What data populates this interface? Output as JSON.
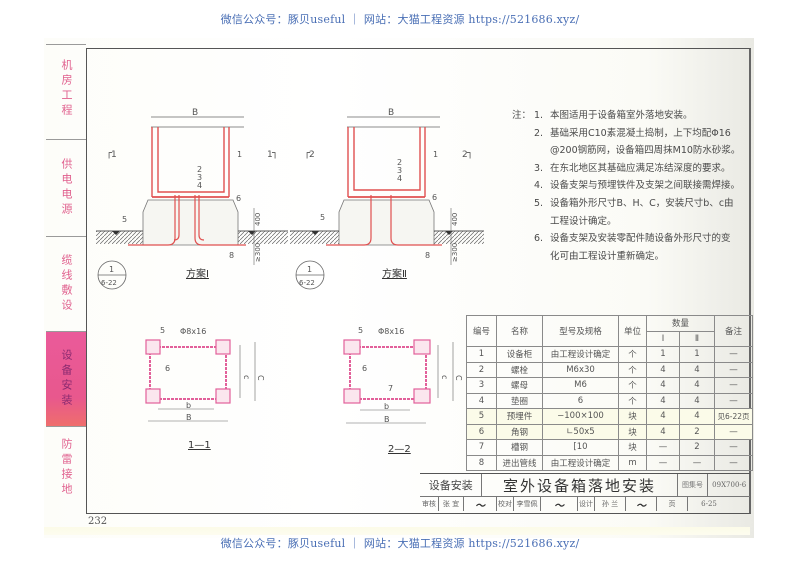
{
  "watermark": {
    "text": "微信公众号：豚贝useful ｜ 网站：大猫工程资源 https://521686.xyz/"
  },
  "sidebar": {
    "tabs": [
      {
        "label": "机房工程",
        "active": false
      },
      {
        "label": "供电电源",
        "active": false
      },
      {
        "label": "缆线敷设",
        "active": false
      },
      {
        "label": "设备安装",
        "active": true
      },
      {
        "label": "防雷接地",
        "active": false
      }
    ]
  },
  "page_number": "232",
  "drawings": {
    "scheme1": {
      "title": "方案Ⅰ",
      "section_mark": "1",
      "dim_B": "B",
      "dim_400": "400",
      "dim_300": "≥300",
      "callouts": [
        "1",
        "2",
        "3",
        "4",
        "5",
        "6",
        "8"
      ],
      "ref_top": "1",
      "ref_bottom": "6-22"
    },
    "scheme2": {
      "title": "方案Ⅱ",
      "section_mark": "2",
      "dim_B": "B",
      "dim_400": "400",
      "dim_300": "≥300",
      "callouts": [
        "1",
        "2",
        "3",
        "4",
        "5",
        "6",
        "8"
      ],
      "ref_top": "1",
      "ref_bottom": "6-22"
    },
    "section11": {
      "title": "1—1",
      "bolt": "Φ8x16",
      "labels": [
        "5",
        "6"
      ],
      "dim_b": "b",
      "dim_B": "B",
      "dim_c": "c",
      "dim_C": "C"
    },
    "section22": {
      "title": "2—2",
      "bolt": "Φ8x16",
      "labels": [
        "5",
        "6",
        "7"
      ],
      "dim_b": "b",
      "dim_B": "B",
      "dim_c": "c",
      "dim_C": "C"
    }
  },
  "notes": {
    "prefix": "注：",
    "items": [
      {
        "num": "1.",
        "lines": [
          "本图适用于设备箱室外落地安装。"
        ]
      },
      {
        "num": "2.",
        "lines": [
          "基础采用C10素混凝土捣制，上下均配Φ16",
          "@200钢筋网，设备箱四周抹M10防水砂浆。"
        ]
      },
      {
        "num": "3.",
        "lines": [
          "在东北地区其基础应满足冻结深度的要求。"
        ]
      },
      {
        "num": "4.",
        "lines": [
          "设备支架与预埋铁件及支架之间联接需焊接。"
        ]
      },
      {
        "num": "5.",
        "lines": [
          "设备箱外形尺寸B、H、C，安装尺寸b、c由",
          "工程设计确定。"
        ]
      },
      {
        "num": "6.",
        "lines": [
          "设备支架及安装零配件随设备外形尺寸的变",
          "化可由工程设计重新确定。"
        ]
      }
    ]
  },
  "bom": {
    "headers": {
      "no": "编号",
      "name": "名称",
      "spec": "型号及规格",
      "unit": "单位",
      "qty": "数量",
      "q1": "Ⅰ",
      "q2": "Ⅱ",
      "remark": "备注"
    },
    "rows": [
      {
        "no": "1",
        "name": "设备柜",
        "spec": "由工程设计确定",
        "unit": "个",
        "q1": "1",
        "q2": "1",
        "remark": "—"
      },
      {
        "no": "2",
        "name": "螺栓",
        "spec": "M6x30",
        "unit": "个",
        "q1": "4",
        "q2": "4",
        "remark": "—"
      },
      {
        "no": "3",
        "name": "螺母",
        "spec": "M6",
        "unit": "个",
        "q1": "4",
        "q2": "4",
        "remark": "—"
      },
      {
        "no": "4",
        "name": "垫圈",
        "spec": "6",
        "unit": "个",
        "q1": "4",
        "q2": "4",
        "remark": "—"
      },
      {
        "no": "5",
        "name": "预埋件",
        "spec": "−100×100",
        "unit": "块",
        "q1": "4",
        "q2": "4",
        "remark": "见6-22页"
      },
      {
        "no": "6",
        "name": "角钢",
        "spec": "∟50x5",
        "unit": "块",
        "q1": "4",
        "q2": "2",
        "remark": "—"
      },
      {
        "no": "7",
        "name": "槽钢",
        "spec": "[10",
        "unit": "块",
        "q1": "—",
        "q2": "2",
        "remark": "—"
      },
      {
        "no": "8",
        "name": "进出管线",
        "spec": "由工程设计确定",
        "unit": "m",
        "q1": "—",
        "q2": "—",
        "remark": "—"
      }
    ]
  },
  "title_block": {
    "category": "设备安装",
    "title": "室外设备箱落地安装",
    "atlas_label": "图集号",
    "atlas_no": "09X700-6",
    "review_label": "审核",
    "reviewer": "张 宜",
    "check_label": "校对",
    "checker": "李雪佩",
    "design_label": "设计",
    "designer": "孙 兰",
    "page_label": "页",
    "page_no": "6-25"
  }
}
